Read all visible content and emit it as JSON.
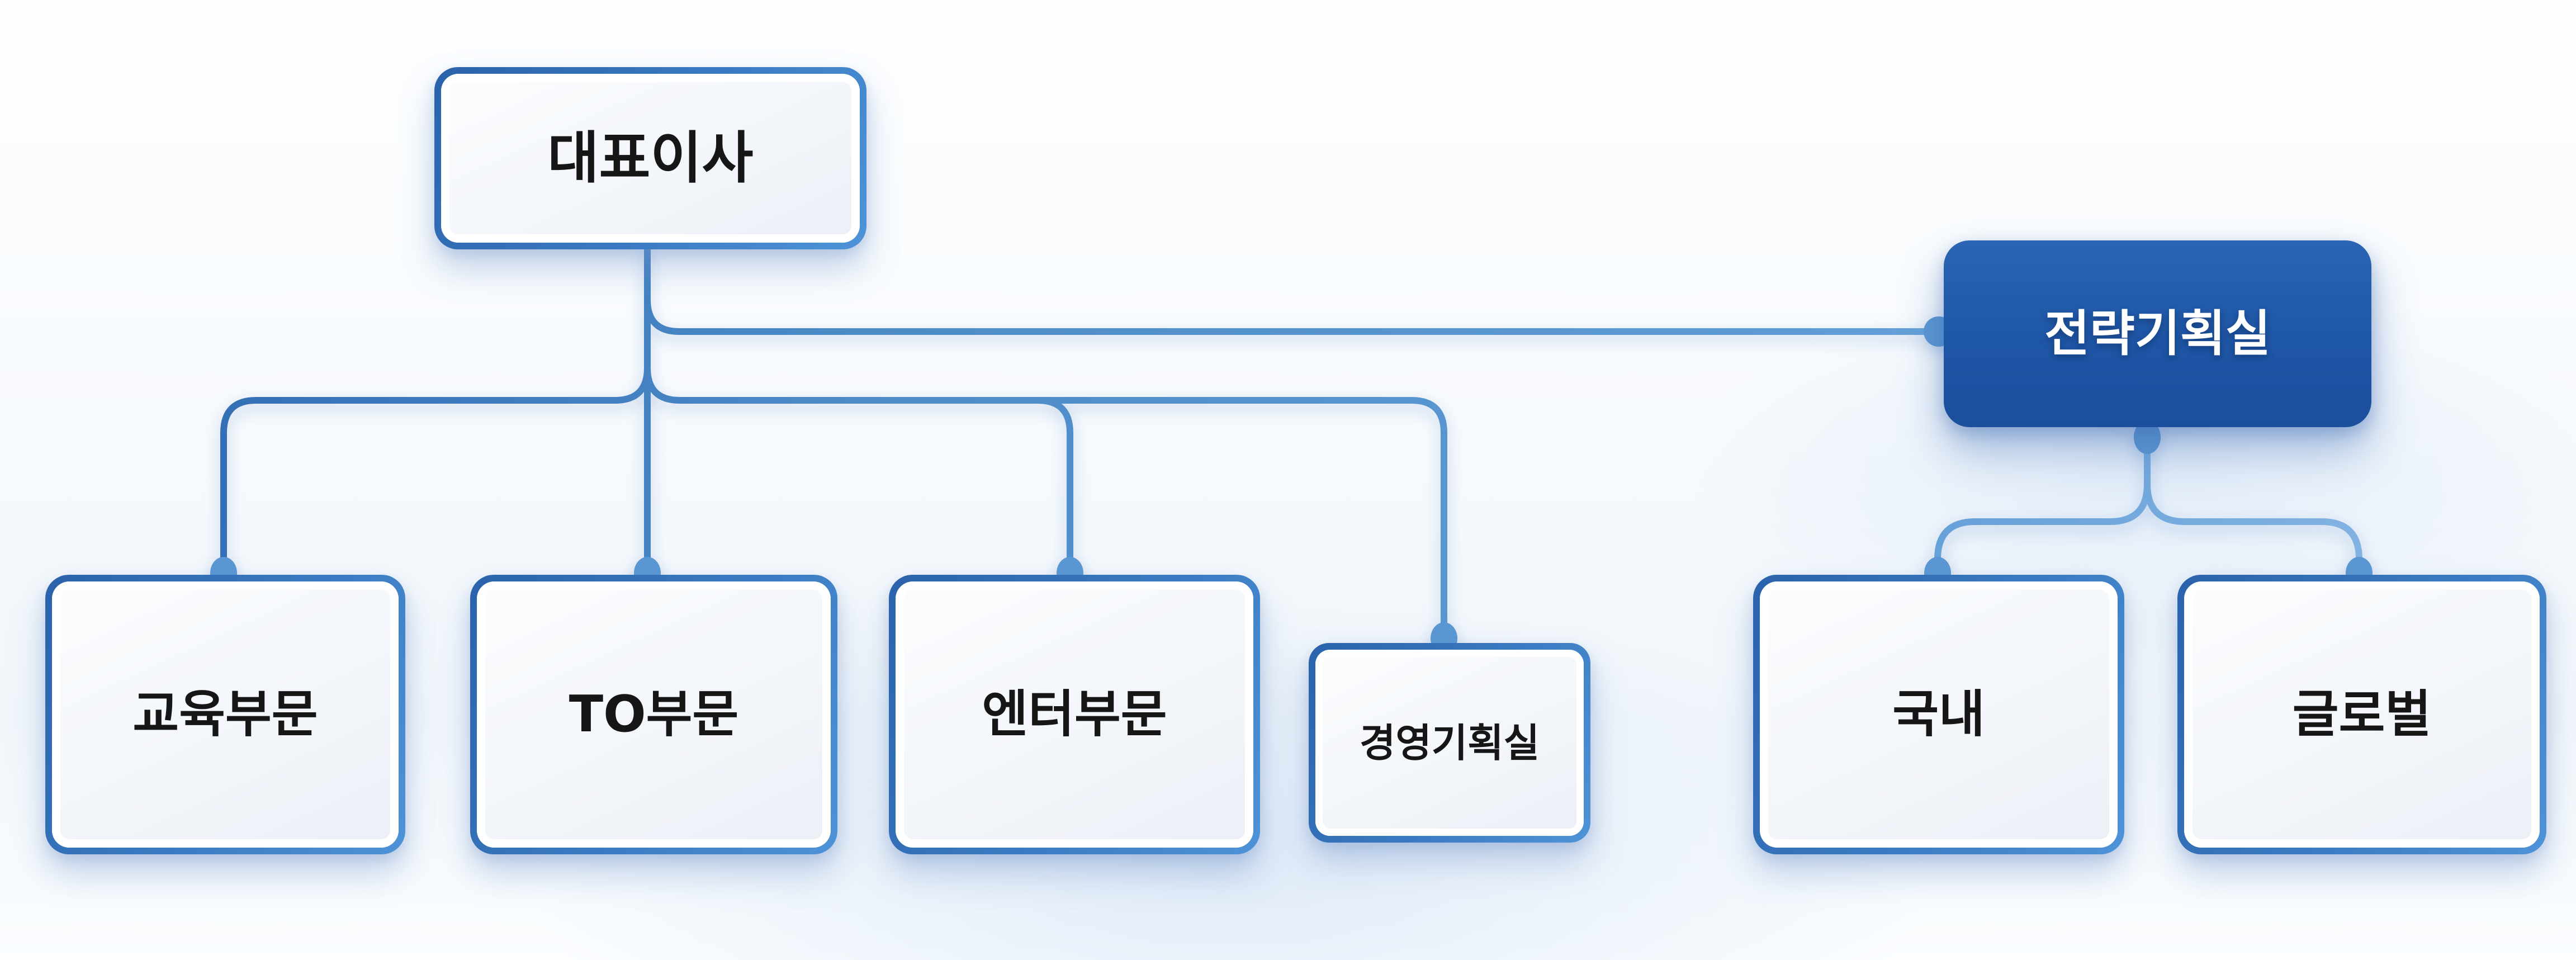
{
  "org": {
    "ceo": {
      "label": "대표이사"
    },
    "strategy_office": {
      "label": "전략기획실"
    },
    "divisions": {
      "education": {
        "label": "교육부문"
      },
      "to": {
        "label": "TO부문"
      },
      "entertainment": {
        "label": "엔터부문"
      },
      "management_planning": {
        "label": "경영기획실"
      }
    },
    "strategy_children": {
      "domestic": {
        "label": "국내"
      },
      "global": {
        "label": "글로벌"
      }
    }
  },
  "colors": {
    "accent_blue": "#1e57a7",
    "line_blue": "#4c87c8",
    "dot_blue": "#5b97d3",
    "border_blue": "#3270b5",
    "text_dark": "#161616",
    "text_on_blue": "#ffffff"
  }
}
